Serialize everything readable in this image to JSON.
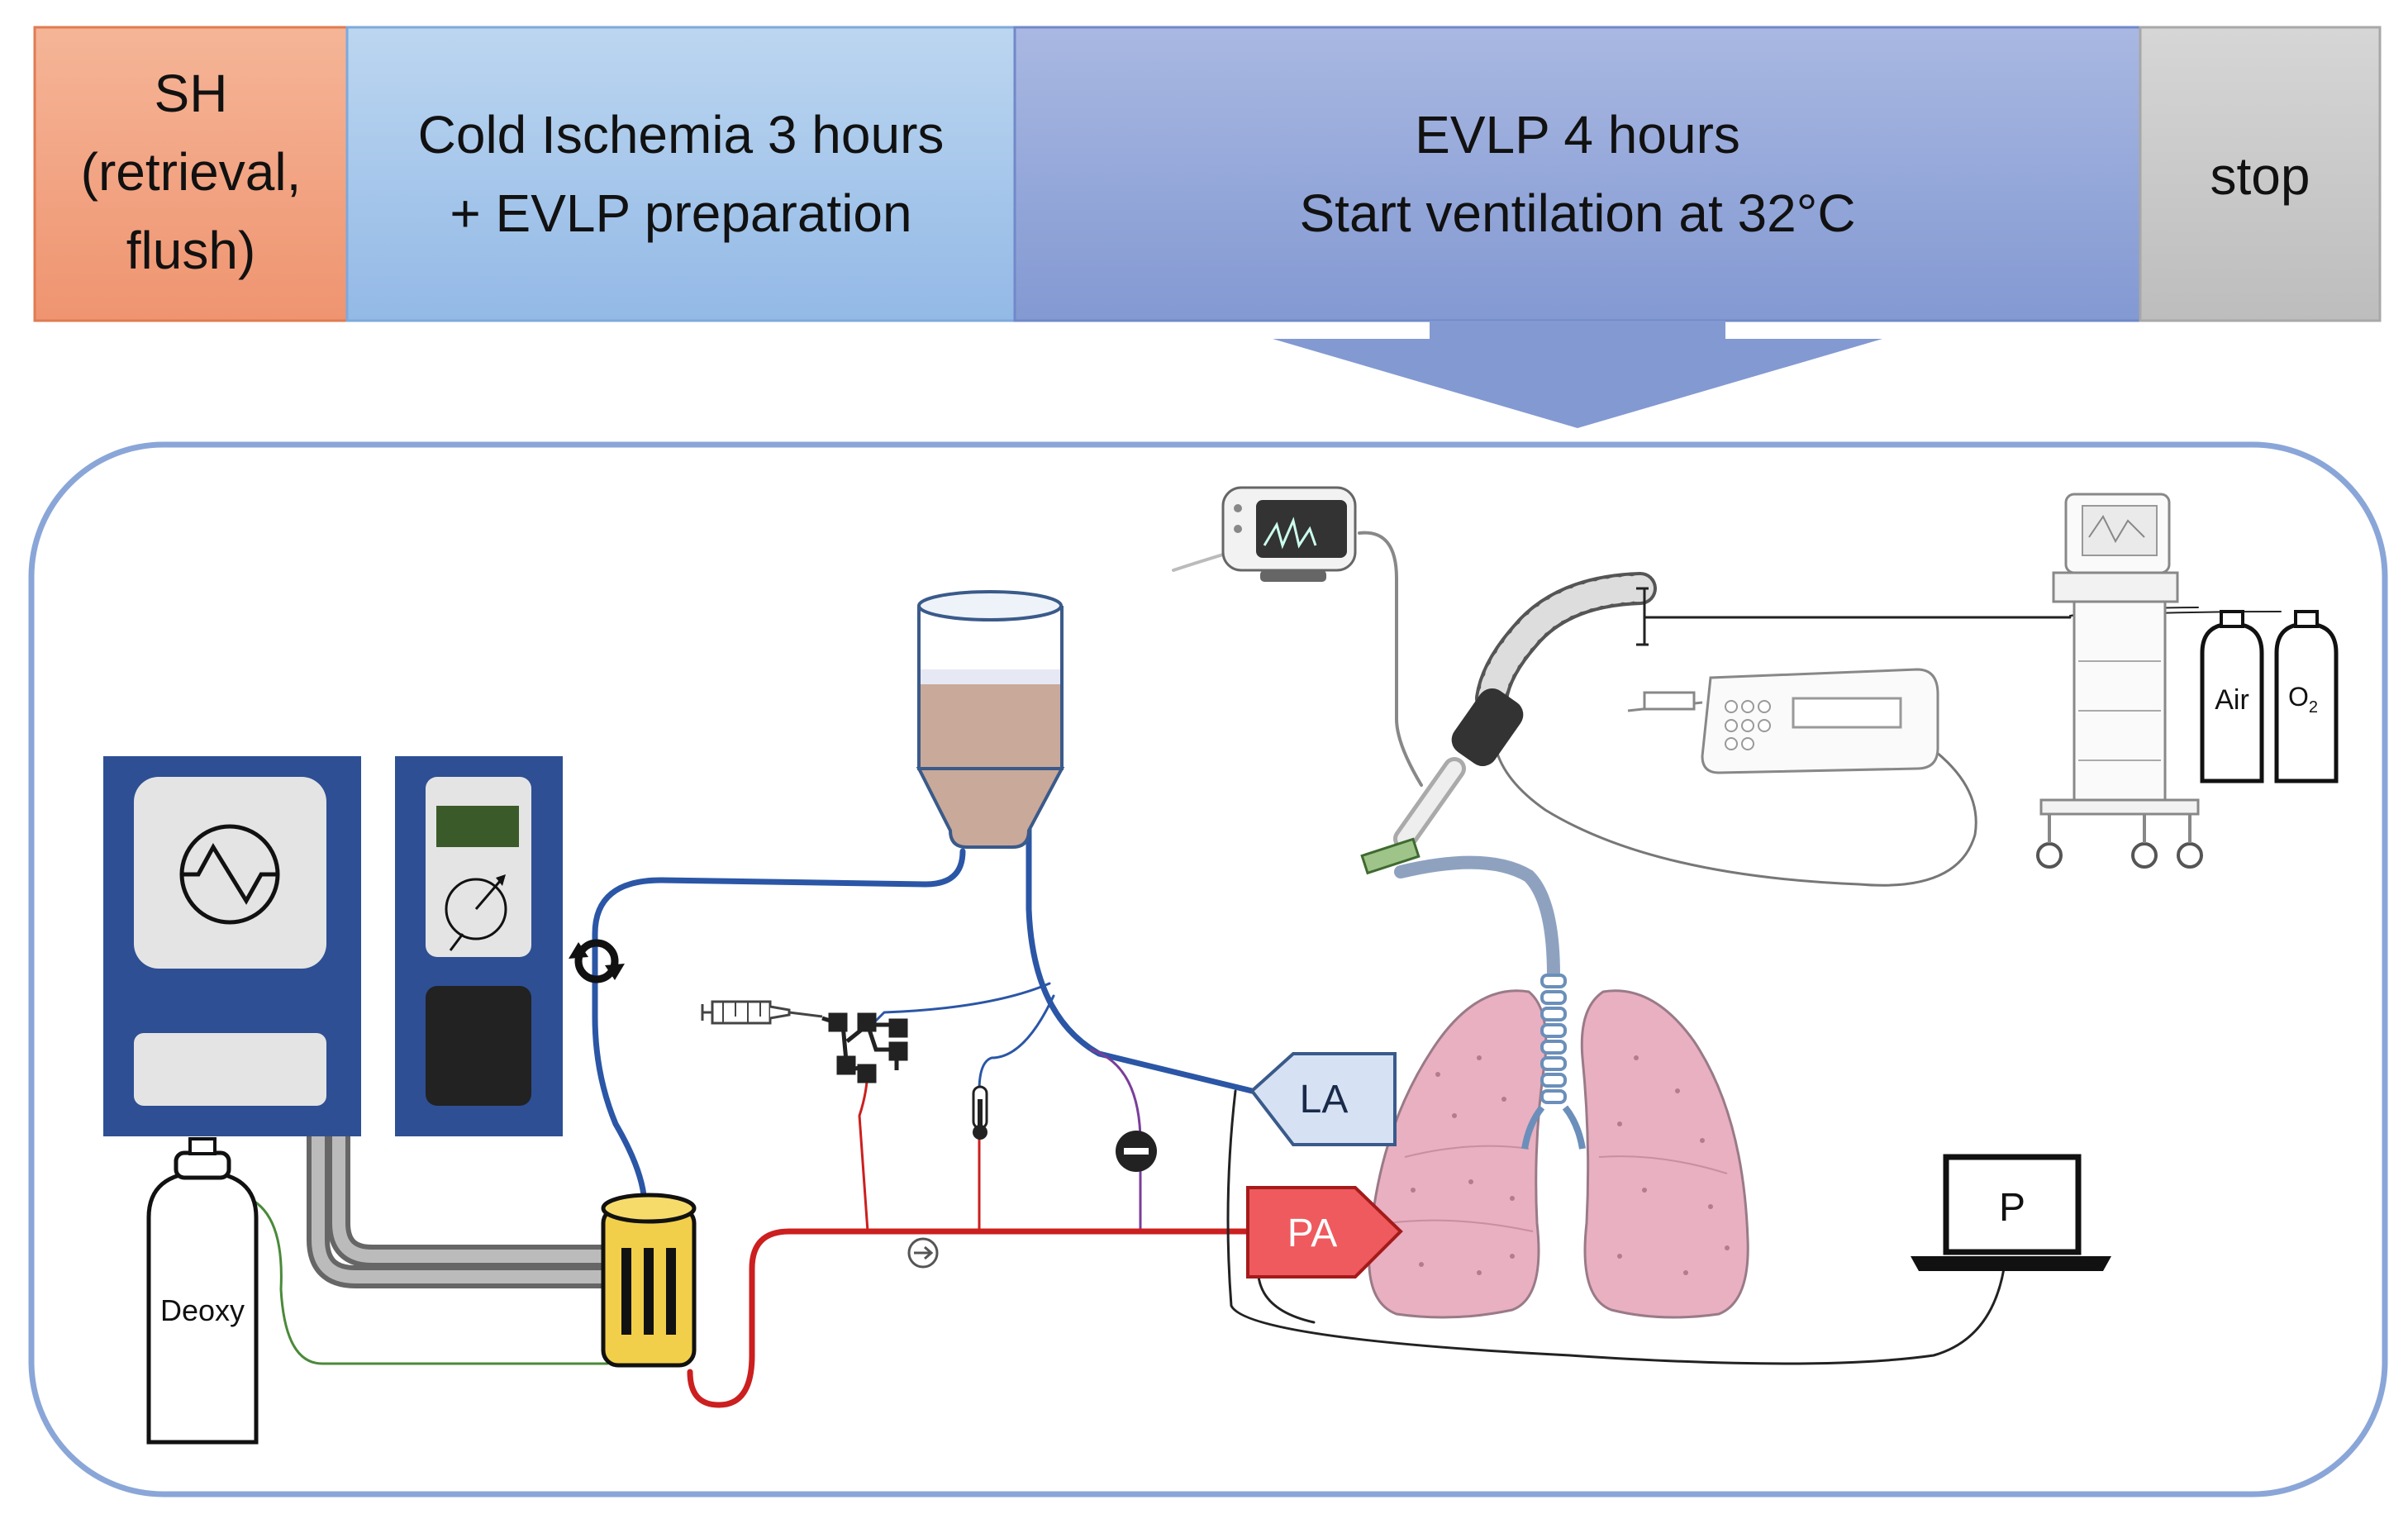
{
  "timeline": {
    "stages": [
      {
        "lines": [
          "SH",
          "(retrieval,",
          "flush)"
        ],
        "color": "#f3a07c"
      },
      {
        "lines": [
          "Cold Ischemia 3 hours",
          "+ EVLP preparation"
        ],
        "color": "#a9c8ea"
      },
      {
        "lines": [
          "EVLP 4 hours",
          "Start ventilation at 32°C"
        ],
        "color": "#93a8d9"
      },
      {
        "lines": [
          "stop"
        ],
        "color": "#c8c8c8"
      }
    ]
  },
  "circuit": {
    "la_label": "LA",
    "pa_label": "PA",
    "laptop_label": "P",
    "deoxy_label": "Deoxy",
    "air_label": "Air",
    "o2_label": "O",
    "o2_subscript": "2",
    "colors": {
      "venous_line": "#2b56a6",
      "arterial_line": "#cc1f1f",
      "gas_line": "#4a8a3a",
      "frame": "#8aa6d8",
      "device_panel": "#2e4f94",
      "la_fill": "#d6e2f3",
      "pa_fill": "#ee5a5e",
      "reservoir_fluid": "#c9a99a",
      "oxygenator": "#f2cf4a",
      "lung": "#e8b0c0"
    },
    "icons": [
      "heater-cooler-icon",
      "pump-console-icon",
      "rotation-arrows-icon",
      "reservoir-icon",
      "oxygenator-icon",
      "deoxy-gas-cylinder-icon",
      "syringe-icon",
      "stopcock-manifold-icon",
      "thermometer-icon",
      "flow-direction-icon",
      "pressure-sensor-icon",
      "lungs-icon",
      "ventilation-monitor-icon",
      "endotracheal-tube-icon",
      "infusion-pump-icon",
      "ventilator-icon",
      "air-cylinder-icon",
      "o2-cylinder-icon",
      "laptop-icon"
    ]
  }
}
